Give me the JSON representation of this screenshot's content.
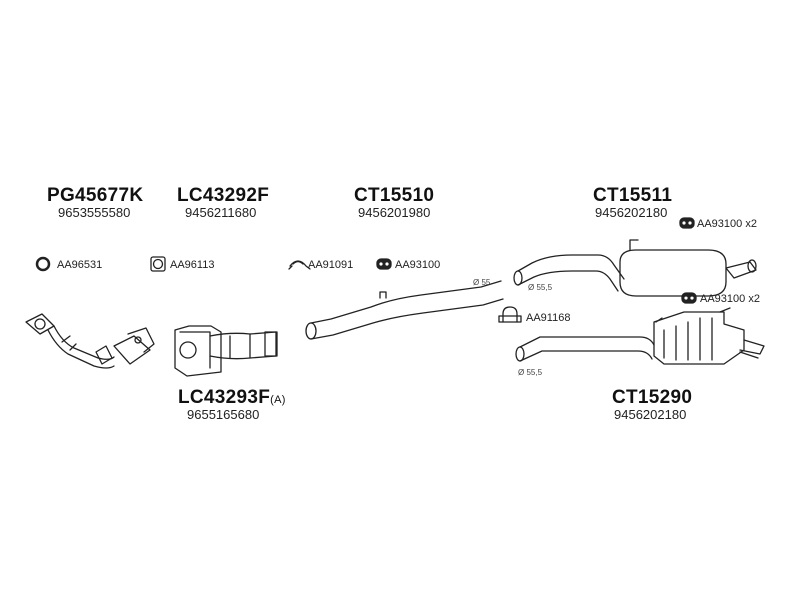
{
  "parts": {
    "pg45677k": {
      "code": "PG45677K",
      "oem": "9653555580"
    },
    "lc43292f": {
      "code": "LC43292F",
      "oem": "9456211680"
    },
    "ct15510": {
      "code": "CT15510",
      "oem": "9456201980"
    },
    "ct15511": {
      "code": "CT15511",
      "oem": "9456202180"
    },
    "lc43293f": {
      "code": "LC43293F",
      "suffix": "(A)",
      "oem": "9655165680"
    },
    "ct15290": {
      "code": "CT15290",
      "oem": "9456202180"
    }
  },
  "accessories": {
    "aa96531": "AA96531",
    "aa96113": "AA96113",
    "aa91091": "AA91091",
    "aa93100": "AA93100",
    "aa93100_top": "AA93100 x2",
    "aa93100_bottom": "AA93100 x2",
    "aa91168": "AA91168"
  },
  "diameters": {
    "d55": "Ø 55",
    "d55_5_top": "Ø 55,5",
    "d55_5_bottom": "Ø 55,5"
  }
}
